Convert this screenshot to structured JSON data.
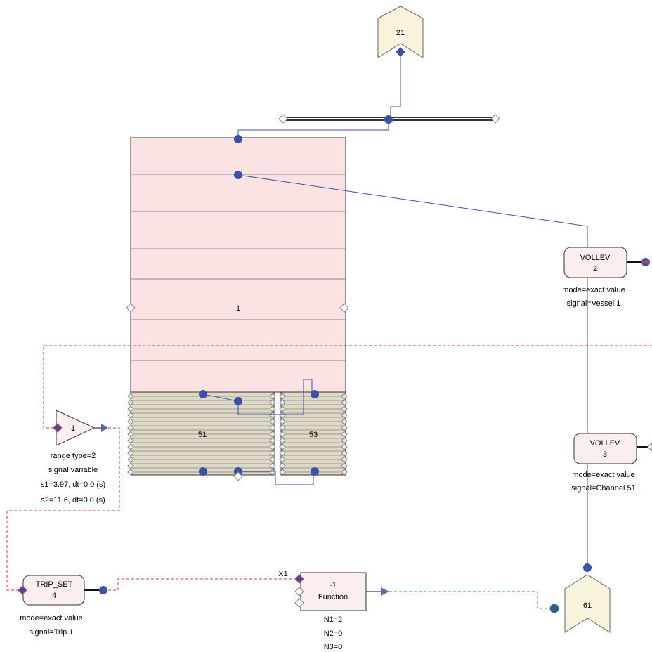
{
  "components": {
    "tank21": {
      "label": "21"
    },
    "vessel": {
      "label": "1"
    },
    "channel51": {
      "label": "51"
    },
    "channel53": {
      "label": "53"
    },
    "sink61": {
      "label": "61"
    },
    "vollev2": {
      "name": "VOLLEV",
      "number": "2",
      "mode": "mode=exact value",
      "signal": "signal=Vessel 1"
    },
    "vollev3": {
      "name": "VOLLEV",
      "number": "3",
      "mode": "mode=exact value",
      "signal": "signal=Channel 51"
    },
    "gain": {
      "label": "1",
      "range": "range type=2",
      "signal": "signal variable",
      "s1": "s1=3.97, dt=0.0 (s)",
      "s2": "s2=11.6, dt=0.0 (s)"
    },
    "tripset": {
      "name": "TRIP_SET",
      "number": "4",
      "mode": "mode=exact value",
      "signal": "signal=Trip 1"
    },
    "function": {
      "input": "X1",
      "value": "-1",
      "name": "Function",
      "n1": "N1=2",
      "n2": "N2=0",
      "n3": "N3=0"
    }
  },
  "colors": {
    "vessel_fill": "#fbe3e3",
    "channel_fill": "#ded9c5",
    "block_fill": "#fbeeee",
    "pentagon_fill": "#f7f3dc",
    "node_blue": "#3d4fa8",
    "signal_red": "#e03a3a",
    "signal_green": "#2eaa3a",
    "port_blue": "#5b68b5"
  }
}
